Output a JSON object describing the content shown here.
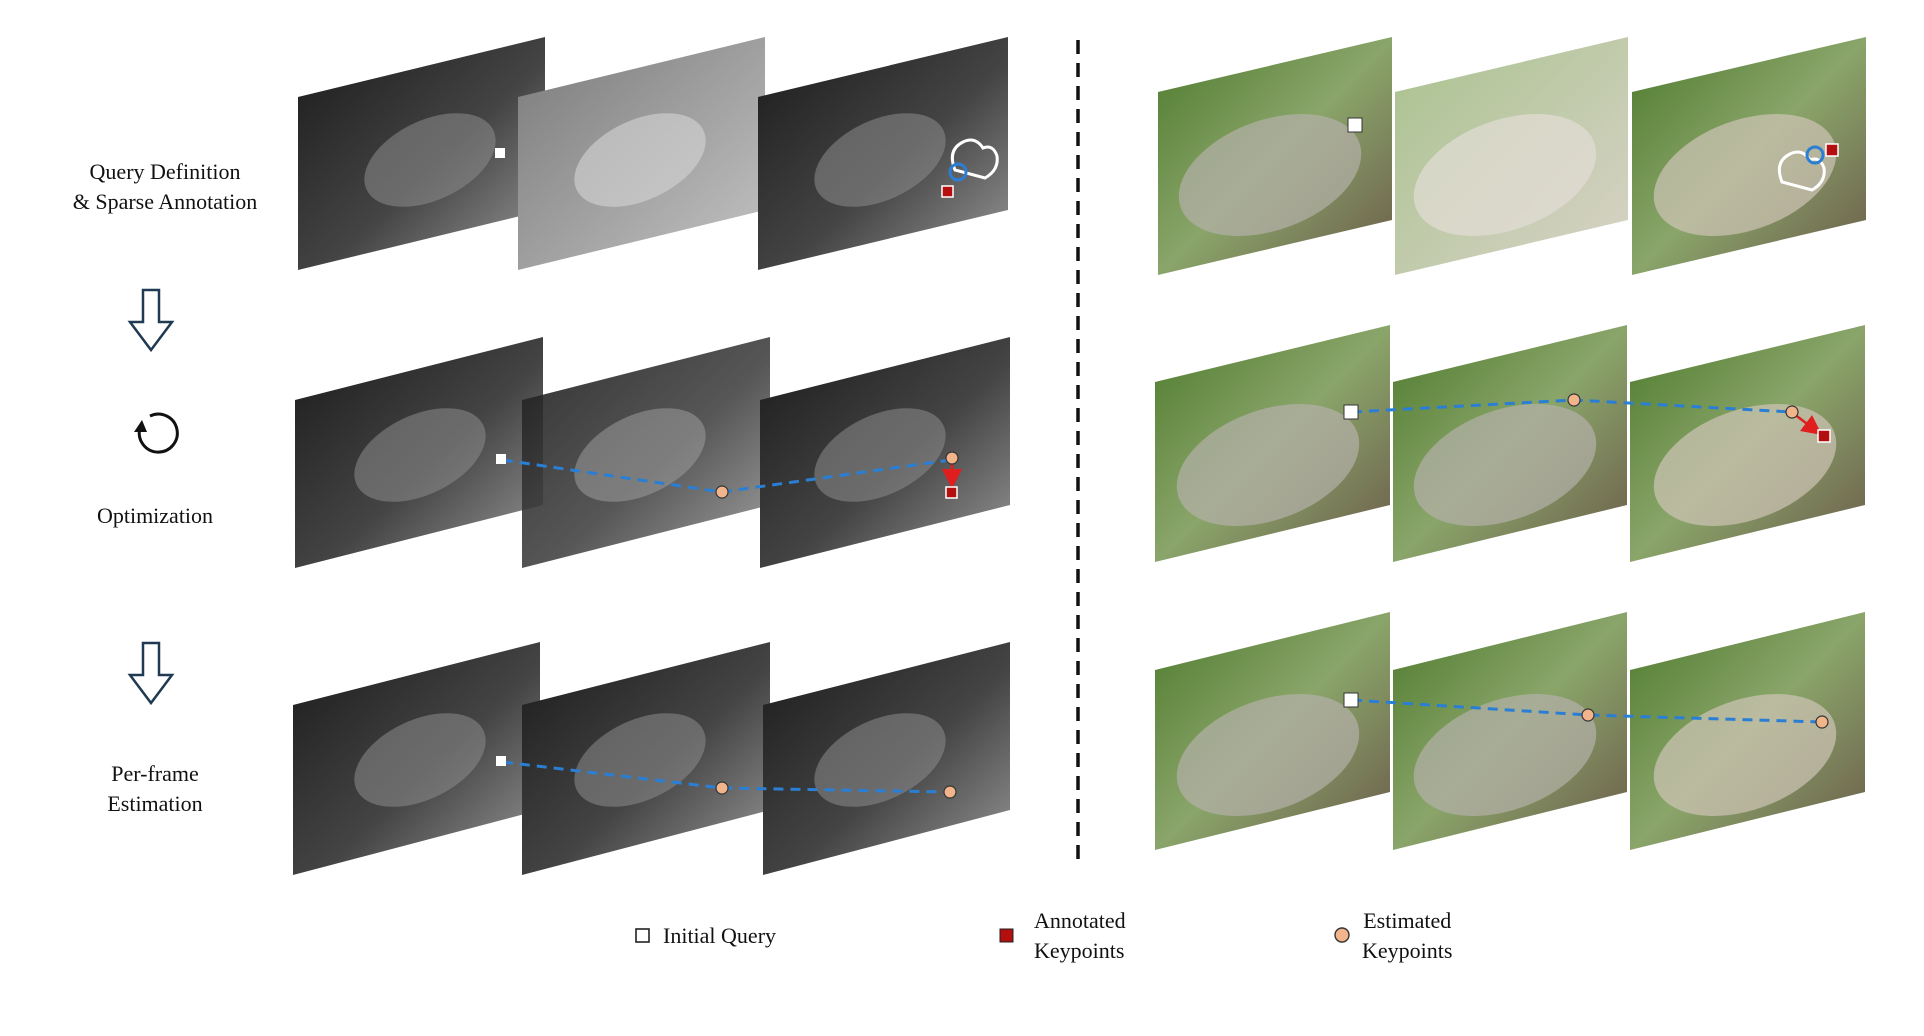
{
  "steps": {
    "query": [
      "Query Definition",
      "& Sparse Annotation"
    ],
    "optimization": "Optimization",
    "estimation": [
      "Per-frame",
      "Estimation"
    ]
  },
  "legend": {
    "initial": "Initial Query",
    "annotated": [
      "Annotated",
      "Keypoints"
    ],
    "estimated": [
      "Estimated",
      "Keypoints"
    ]
  },
  "colors": {
    "annotated": "#b40f0f",
    "estimated": "#f2b48a",
    "track": "#2a7fd4",
    "correction": "#e01e1e"
  }
}
